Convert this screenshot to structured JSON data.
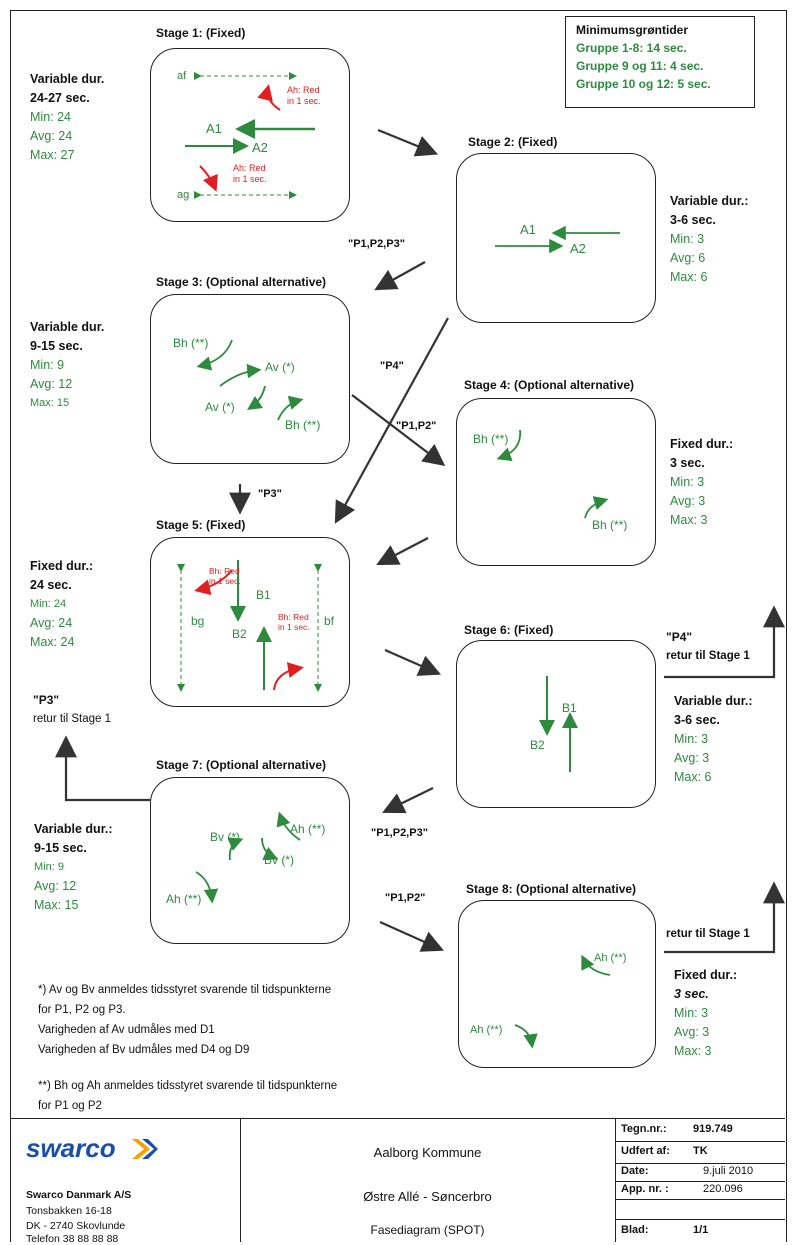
{
  "minimum": {
    "title": "Minimumsgrøntider",
    "lines": [
      "Gruppe 1-8: 14 sec.",
      "Gruppe 9 og 11: 4 sec.",
      "Gruppe 10 og 12: 5 sec."
    ]
  },
  "stages": {
    "s1": {
      "title": "Stage 1: (Fixed)",
      "dur_label": "Variable dur.",
      "dur_range": "24-27 sec.",
      "min": "Min: 24",
      "avg": "Avg: 24",
      "max": "Max: 27"
    },
    "s2": {
      "title": "Stage 2: (Fixed)",
      "dur_label": "Variable dur.:",
      "dur_range": "3-6 sec.",
      "min": "Min: 3",
      "avg": "Avg: 6",
      "max": "Max: 6"
    },
    "s3": {
      "title": "Stage 3: (Optional alternative)",
      "dur_label": "Variable dur.",
      "dur_range": "9-15 sec.",
      "min": "Min: 9",
      "avg": "Avg: 12",
      "max": "Max: 15"
    },
    "s4": {
      "title": "Stage 4: (Optional alternative)",
      "dur_label": "Fixed dur.:",
      "dur_range": "3 sec.",
      "min": "Min: 3",
      "avg": "Avg: 3",
      "max": "Max: 3"
    },
    "s5": {
      "title": "Stage 5: (Fixed)",
      "dur_label": "Fixed dur.:",
      "dur_range": "24 sec.",
      "min": "Min: 24",
      "avg": "Avg: 24",
      "max": "Max: 24"
    },
    "s6": {
      "title": "Stage 6: (Fixed)",
      "dur_label": "Variable dur.:",
      "dur_range": "3-6 sec.",
      "min": "Min: 3",
      "avg": "Avg: 3",
      "max": "Max: 6"
    },
    "s7": {
      "title": "Stage 7: (Optional alternative)",
      "dur_label": "Variable dur.:",
      "dur_range": "9-15 sec.",
      "min": "Min: 9",
      "avg": "Avg: 12",
      "max": "Max: 15"
    },
    "s8": {
      "title": "Stage 8: (Optional alternative)",
      "dur_label": "Fixed dur.:",
      "dur_range": "3 sec.",
      "min": "Min: 3",
      "avg": "Avg: 3",
      "max": "Max: 3"
    }
  },
  "signals": {
    "af": "af",
    "ag": "ag",
    "a1": "A1",
    "a2": "A2",
    "ah_red": "Ah: Red",
    "in1": "in 1 sec.",
    "bh_red": "Bh: Red",
    "bh2": "Bh (**)",
    "av1": "Av (*)",
    "bv1": "Bv (*)",
    "ah2": "Ah (**)",
    "b1": "B1",
    "b2": "B2",
    "bg": "bg",
    "bf": "bf"
  },
  "transitions": {
    "p123": "\"P1,P2,P3\"",
    "p4": "\"P4\"",
    "p12": "\"P1,P2\"",
    "p3": "\"P3\"",
    "retur": "retur til Stage 1"
  },
  "footnotes": {
    "f1": "*) Av og Bv anmeldes tidsstyret svarende til tidspunkterne",
    "f2": "for P1, P2 og P3.",
    "f3": "Varigheden af Av udmåles med D1",
    "f4": "Varigheden af Bv udmåles med D4 og D9",
    "f5": "**) Bh og Ah anmeldes tidsstyret svarende til tidspunkterne",
    "f6": "for P1 og P2"
  },
  "footer": {
    "logo": "swarco",
    "company": "Swarco Danmark A/S",
    "addr1": "Tonsbakken 16-18",
    "addr2": "DK - 2740 Skovlunde",
    "phone": "Telefon 38 88 88 88",
    "client": "Aalborg Kommune",
    "site": "Østre Allé - Søncerbro",
    "doc": "Fasediagram (SPOT)",
    "tegn_label": "Tegn.nr.:",
    "tegn": "919.749",
    "udf_label": "Udfert af:",
    "udf": "TK",
    "date_label": "Date:",
    "date": "9.juli 2010",
    "app_label": "App. nr. :",
    "app": "220.096",
    "blad_label": "Blad:",
    "blad": "1/1"
  },
  "colors": {
    "green": "#2e8b3e",
    "red": "#e02020",
    "dark": "#222222"
  }
}
